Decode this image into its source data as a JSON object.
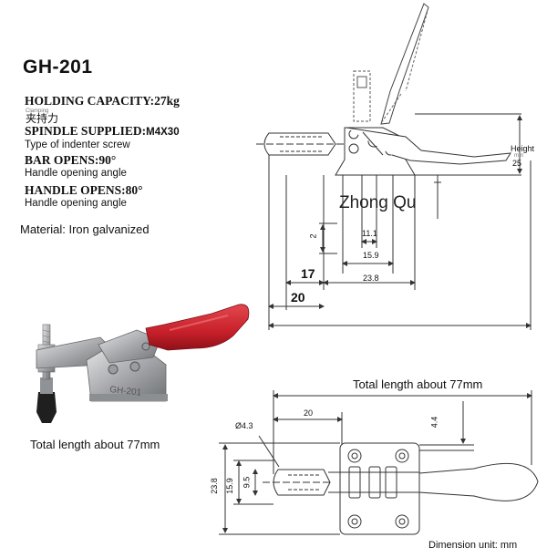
{
  "header": {
    "model": "GH-201"
  },
  "specs": {
    "holding_capacity": "HOLDING CAPACITY:27kg",
    "holding_capacity_note": "Clamping",
    "holding_capacity_cn": "夹持力",
    "spindle": "SPINDLE SUPPLIED:",
    "spindle_value": "M4X30",
    "spindle_sub": "Type of indenter screw",
    "bar_opens": "BAR OPENS:90°",
    "bar_opens_sub": "Handle opening angle",
    "handle_opens": "HANDLE OPENS:80°",
    "handle_opens_sub": "Handle opening angle",
    "material": "Material: Iron galvanized"
  },
  "side_view": {
    "watermark": "Zhong Qu",
    "height_label": "Height",
    "height_unit": "mm",
    "height_value": "25",
    "dim_2": "2",
    "dim_11_1": "11.1",
    "dim_15_9": "15.9",
    "dim_17": "17",
    "dim_23_8": "23.8",
    "dim_20": "20"
  },
  "top_view": {
    "total_length_top": "Total length about 77mm",
    "total_length_left": "Total length about 77mm",
    "dim_20": "20",
    "dim_4_4": "4.4",
    "dim_4_3": "Ø4.3",
    "dim_23_8": "23.8",
    "dim_15_9": "15.9",
    "dim_9_5": "9.5",
    "unit_note": "Dimension unit: mm"
  },
  "colors": {
    "handle_red": "#c8202a",
    "metal": "#a9abad",
    "line": "#333333"
  }
}
